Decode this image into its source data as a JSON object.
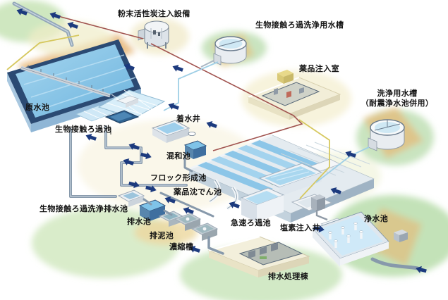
{
  "diagram": {
    "kind": "isometric-facility-flow-diagram"
  },
  "colors": {
    "arrow": "#1c3a7e",
    "water": "#7fc3e8",
    "pipe": "#8799ab",
    "carbon_line": "#a0524e",
    "chemical_line": "#d6c85f",
    "wash_line": "#9fcfe6"
  },
  "labels": {
    "powdered_carbon_facility": "粉末活性炭注入設備",
    "bio_contact_wash_tank": "生物接触ろ過洗浄用水槽",
    "chemical_injection_room": "薬品注入室",
    "wash_water_tank": "洗浄用水槽\n（耐震浄水池併用）",
    "raw_water_pond": "原水池",
    "bio_contact_filter_pond": "生物接触ろ過池",
    "receiving_well": "着水井",
    "mixing_pond": "混和池",
    "floc_formation_pond": "フロック形成池",
    "chemical_sedimentation_pond": "薬品沈でん池",
    "bio_contact_wash_drain_pond": "生物接触ろ過洗浄排水池",
    "drain_pond": "排水池",
    "sludge_pond": "排泥池",
    "thickener": "濃縮槽",
    "rapid_filter_pond": "急速ろ過池",
    "chlorine_injection_well": "塩素注入井",
    "clean_water_pond": "浄水池",
    "drain_treatment_building": "排水処理棟"
  }
}
